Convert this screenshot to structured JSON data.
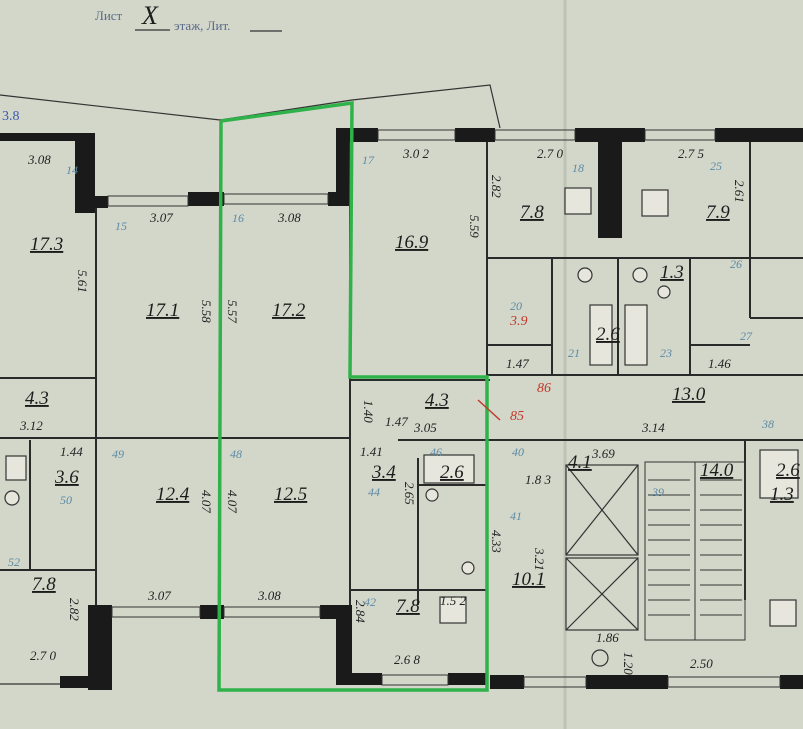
{
  "header": {
    "floor_mark": "X",
    "stamp_text": "этаж, Лит."
  },
  "corner_label": "3.8",
  "colors": {
    "highlight": "#2fb24a",
    "room_number": "#5c8aa6",
    "annotation": "#c0392b"
  },
  "areas": {
    "a17_3": "17.3",
    "a17_1": "17.1",
    "a17_2": "17.2",
    "a16_9": "16.9",
    "a7_8_top": "7.8",
    "a7_9": "7.9",
    "a4_3_left": "4.3",
    "a4_3_mid": "4.3",
    "a3_6": "3.6",
    "a12_4": "12.4",
    "a12_5": "12.5",
    "a3_4": "3.4",
    "a2_6": "2.6",
    "a7_8_bot": "7.8",
    "a7_8_left": "7.8",
    "a10_1": "10.1",
    "a13_0": "13.0",
    "a14_0": "14.0",
    "a4_1": "4.1",
    "a1_3": "1.3",
    "a2_6r": "2.6",
    "a2_6s": "2.6",
    "a1_3r": "1.3",
    "a3_9": "3.9"
  },
  "dims": {
    "d308a": "3.08",
    "d307a": "3.07",
    "d308b": "3.08",
    "d302": "3.0 2",
    "d270": "2.7 0",
    "d275": "2.7 5",
    "d561": "5.61",
    "d558": "5.58",
    "d557": "5.57",
    "d559": "5.59",
    "d282a": "2.82",
    "d261": "2.61",
    "d312": "3.12",
    "d144": "1.44",
    "d140": "1.40",
    "d147": "1.47",
    "d305": "3.05",
    "d141": "1.41",
    "d314": "3.14",
    "d407a": "4.07",
    "d407b": "4.07",
    "d265": "2.65",
    "d433": "4.33",
    "d369": "3.69",
    "d183": "1.8 3",
    "d321": "3.21",
    "d307b": "3.07",
    "d308c": "3.08",
    "d268": "2.6 8",
    "d282b": "2.82",
    "d284": "2.84",
    "d270b": "2.7 0",
    "d186": "1.86",
    "d250": "2.50",
    "d147b": "1.47",
    "d146": "1.46",
    "d152": "1.5 2",
    "d120": "1.20"
  },
  "rooms": {
    "r14": "14",
    "r15": "15",
    "r16": "16",
    "r17": "17",
    "r18": "18",
    "r25": "25",
    "r27": "27",
    "r49": "49",
    "r48": "48",
    "r46": "46",
    "r44": "44",
    "r42": "42",
    "r40": "40",
    "r41": "41",
    "r39": "39",
    "r38": "38",
    "r50": "50",
    "r52": "52",
    "r21": "21",
    "r23": "23",
    "r20": "20",
    "r26": "26"
  },
  "annotations": {
    "a86": "86",
    "a85": "85",
    "a39": "3.9"
  }
}
